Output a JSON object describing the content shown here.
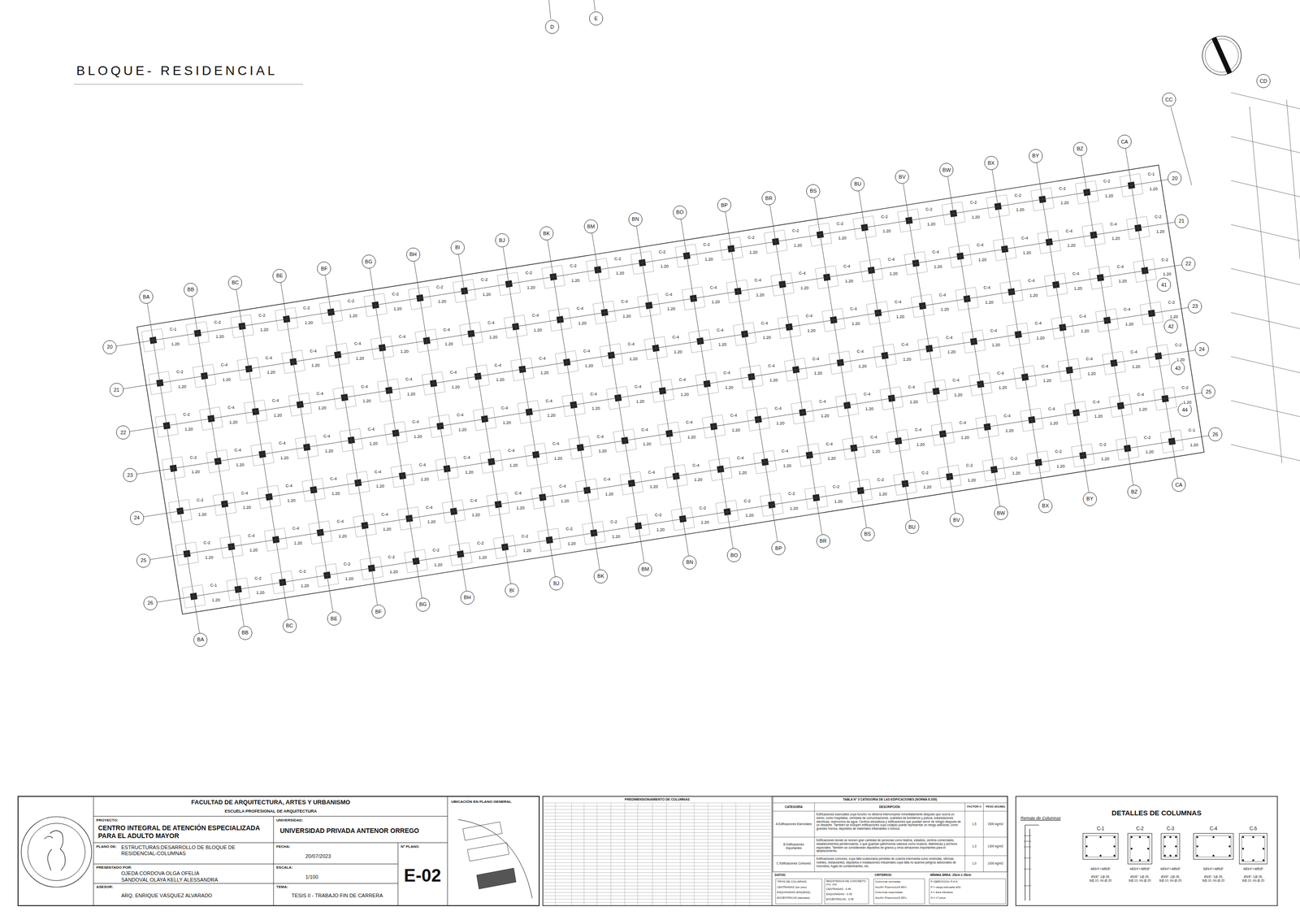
{
  "diagram": {
    "title": "BLOQUE- RESIDENCIAL",
    "nodes": [
      {
        "text": [
          "BA"
        ]
      },
      {
        "text": [
          "BB"
        ]
      },
      {
        "text": [
          "BC"
        ]
      },
      {
        "text": [
          "BE"
        ]
      },
      {
        "text": [
          "BF"
        ]
      },
      {
        "text": [
          "BG"
        ]
      },
      {
        "text": [
          "BH"
        ]
      },
      {
        "text": [
          "BI"
        ]
      },
      {
        "text": [
          "BJ"
        ]
      },
      {
        "text": [
          "BK"
        ]
      },
      {
        "text": [
          "BM"
        ]
      },
      {
        "text": [
          "BN"
        ]
      },
      {
        "text": [
          "BO"
        ]
      },
      {
        "text": [
          "BP"
        ]
      },
      {
        "text": [
          "BR"
        ]
      },
      {
        "text": [
          "BS"
        ]
      },
      {
        "text": [
          "BU"
        ]
      },
      {
        "text": [
          "BV"
        ]
      },
      {
        "text": [
          "BW"
        ]
      },
      {
        "text": [
          "BX"
        ]
      },
      {
        "text": [
          "BY"
        ]
      },
      {
        "text": [
          "BZ"
        ]
      },
      {
        "text": [
          "CA"
        ]
      },
      {
        "text": [
          "BA"
        ]
      },
      {
        "text": [
          "BB"
        ]
      },
      {
        "text": [
          "BC"
        ]
      },
      {
        "text": [
          "BE"
        ]
      },
      {
        "text": [
          "BF"
        ]
      },
      {
        "text": [
          "BG"
        ]
      },
      {
        "text": [
          "BH"
        ]
      },
      {
        "text": [
          "BI"
        ]
      },
      {
        "text": [
          "BJ"
        ]
      },
      {
        "text": [
          "BK"
        ]
      },
      {
        "text": [
          "BM"
        ]
      },
      {
        "text": [
          "BN"
        ]
      },
      {
        "text": [
          "BO"
        ]
      },
      {
        "text": [
          "BP"
        ]
      },
      {
        "text": [
          "BR"
        ]
      },
      {
        "text": [
          "BS"
        ]
      },
      {
        "text": [
          "BU"
        ]
      },
      {
        "text": [
          "BV"
        ]
      },
      {
        "text": [
          "BW"
        ]
      },
      {
        "text": [
          "BX"
        ]
      },
      {
        "text": [
          "BY"
        ]
      },
      {
        "text": [
          "BZ"
        ]
      },
      {
        "text": [
          "CA"
        ]
      },
      {
        "text": [
          "20"
        ]
      },
      {
        "text": [
          "21"
        ]
      },
      {
        "text": [
          "22"
        ]
      },
      {
        "text": [
          "23"
        ]
      },
      {
        "text": [
          "24"
        ]
      },
      {
        "text": [
          "25"
        ]
      },
      {
        "text": [
          "26"
        ]
      },
      {
        "text": [
          "20"
        ]
      },
      {
        "text": [
          "21"
        ]
      },
      {
        "text": [
          "22"
        ]
      },
      {
        "text": [
          "23"
        ]
      },
      {
        "text": [
          "24"
        ]
      },
      {
        "text": [
          "25"
        ]
      },
      {
        "text": [
          "26"
        ]
      },
      {
        "text": [
          "41"
        ]
      },
      {
        "text": [
          "42"
        ]
      },
      {
        "text": [
          "43"
        ]
      },
      {
        "text": [
          "44"
        ]
      },
      {
        "text": [
          "CC"
        ]
      },
      {
        "text": [
          "CD"
        ]
      },
      {
        "text": [
          "D"
        ]
      },
      {
        "text": [
          "E"
        ]
      }
    ],
    "edges": [
      {
        "from": 0,
        "to": 23,
        "arrow": "none"
      },
      {
        "from": 1,
        "to": 24,
        "arrow": "none"
      },
      {
        "from": 2,
        "to": 25,
        "arrow": "none"
      },
      {
        "from": 3,
        "to": 26,
        "arrow": "none"
      },
      {
        "from": 4,
        "to": 27,
        "arrow": "none"
      },
      {
        "from": 5,
        "to": 28,
        "arrow": "none"
      },
      {
        "from": 6,
        "to": 29,
        "arrow": "none"
      },
      {
        "from": 7,
        "to": 30,
        "arrow": "none"
      },
      {
        "from": 8,
        "to": 31,
        "arrow": "none"
      },
      {
        "from": 9,
        "to": 32,
        "arrow": "none"
      },
      {
        "from": 10,
        "to": 33,
        "arrow": "none"
      },
      {
        "from": 11,
        "to": 34,
        "arrow": "none"
      },
      {
        "from": 12,
        "to": 35,
        "arrow": "none"
      },
      {
        "from": 13,
        "to": 36,
        "arrow": "none"
      },
      {
        "from": 14,
        "to": 37,
        "arrow": "none"
      },
      {
        "from": 15,
        "to": 38,
        "arrow": "none"
      },
      {
        "from": 16,
        "to": 39,
        "arrow": "none"
      },
      {
        "from": 17,
        "to": 40,
        "arrow": "none"
      },
      {
        "from": 18,
        "to": 41,
        "arrow": "none"
      },
      {
        "from": 19,
        "to": 42,
        "arrow": "none"
      },
      {
        "from": 20,
        "to": 43,
        "arrow": "none"
      },
      {
        "from": 21,
        "to": 44,
        "arrow": "none"
      },
      {
        "from": 22,
        "to": 45,
        "arrow": "none"
      },
      {
        "from": 46,
        "to": 53,
        "arrow": "none"
      },
      {
        "from": 47,
        "to": 54,
        "arrow": "none"
      },
      {
        "from": 48,
        "to": 55,
        "arrow": "none"
      },
      {
        "from": 49,
        "to": 56,
        "arrow": "none"
      },
      {
        "from": 50,
        "to": 57,
        "arrow": "none"
      },
      {
        "from": 51,
        "to": 58,
        "arrow": "none"
      },
      {
        "from": 52,
        "to": 59,
        "arrow": "none"
      }
    ],
    "labels": [
      "C-1",
      "1.20",
      "C-2",
      "1.20",
      "C-2",
      "1.20",
      "C-2",
      "1.20",
      "C-2",
      "1.20",
      "C-2",
      "1.20",
      "C-2",
      "1.20",
      "C-2",
      "1.20",
      "C-2",
      "1.20",
      "C-2",
      "1.20",
      "C-2",
      "1.20",
      "C-2",
      "1.20",
      "C-2",
      "1.20",
      "C-2",
      "1.20",
      "C-2",
      "1.20",
      "C-2",
      "1.20",
      "C-2",
      "1.20",
      "C-2",
      "1.20",
      "C-2",
      "1.20",
      "C-2",
      "1.20",
      "C-2",
      "1.20",
      "C-2",
      "1.20",
      "C-1",
      "1.20",
      "C-2",
      "1.20",
      "C-4",
      "1.20",
      "C-4",
      "1.20",
      "C-4",
      "1.20",
      "C-4",
      "1.20",
      "C-4",
      "1.20",
      "C-4",
      "1.20",
      "C-4",
      "1.20",
      "C-4",
      "1.20",
      "C-4",
      "1.20",
      "C-4",
      "1.20",
      "C-4",
      "1.20",
      "C-4",
      "1.20",
      "C-4",
      "1.20",
      "C-4",
      "1.20",
      "C-4",
      "1.20",
      "C-4",
      "1.20",
      "C-4",
      "1.20",
      "C-4",
      "1.20",
      "C-4",
      "1.20",
      "C-4",
      "1.20",
      "C-4",
      "1.20",
      "C-2",
      "1.20",
      "C-2",
      "1.20",
      "C-4",
      "1.20",
      "C-4",
      "1.20",
      "C-4",
      "1.20",
      "C-4",
      "1.20",
      "C-4",
      "1.20",
      "C-4",
      "1.20",
      "C-4",
      "1.20",
      "C-4",
      "1.20",
      "C-4",
      "1.20",
      "C-4",
      "1.20",
      "C-4",
      "1.20",
      "C-4",
      "1.20",
      "C-4",
      "1.20",
      "C-4",
      "1.20",
      "C-4",
      "1.20",
      "C-4",
      "1.20",
      "C-4",
      "1.20",
      "C-4",
      "1.20",
      "C-4",
      "1.20",
      "C-4",
      "1.20",
      "C-4",
      "1.20",
      "C-2",
      "1.20",
      "C-2",
      "1.20",
      "C-4",
      "1.20",
      "C-4",
      "1.20",
      "C-4",
      "1.20",
      "C-4",
      "1.20",
      "C-4",
      "1.20",
      "C-4",
      "1.20",
      "C-4",
      "1.20",
      "C-4",
      "1.20",
      "C-4",
      "1.20",
      "C-4",
      "1.20",
      "C-4",
      "1.20",
      "C-4",
      "1.20",
      "C-4",
      "1.20",
      "C-4",
      "1.20",
      "C-4",
      "1.20",
      "C-4",
      "1.20",
      "C-4",
      "1.20",
      "C-4",
      "1.20",
      "C-4",
      "1.20",
      "C-4",
      "1.20",
      "C-4",
      "1.20",
      "C-2",
      "1.20",
      "C-2",
      "1.20",
      "C-4",
      "1.20",
      "C-4",
      "1.20",
      "C-4",
      "1.20",
      "C-4",
      "1.20",
      "C-4",
      "1.20",
      "C-4",
      "1.20",
      "C-4",
      "1.20",
      "C-4",
      "1.20",
      "C-4",
      "1.20",
      "C-4",
      "1.20",
      "C-4",
      "1.20",
      "C-4",
      "1.20",
      "C-4",
      "1.20",
      "C-4",
      "1.20",
      "C-4",
      "1.20",
      "C-4",
      "1.20",
      "C-4",
      "1.20",
      "C-4",
      "1.20",
      "C-4",
      "1.20",
      "C-4",
      "1.20",
      "C-4",
      "1.20",
      "C-2",
      "1.20",
      "C-2",
      "1.20",
      "C-4",
      "1.20",
      "C-4",
      "1.20",
      "C-4",
      "1.20",
      "C-4",
      "1.20",
      "C-4",
      "1.20",
      "C-4",
      "1.20",
      "C-4",
      "1.20",
      "C-4",
      "1.20",
      "C-4",
      "1.20",
      "C-4",
      "1.20",
      "C-4",
      "1.20",
      "C-4",
      "1.20",
      "C-4",
      "1.20",
      "C-4",
      "1.20",
      "C-4",
      "1.20",
      "C-4",
      "1.20",
      "C-4",
      "1.20",
      "C-4",
      "1.20",
      "C-4",
      "1.20",
      "C-4",
      "1.20",
      "C-4",
      "1.20",
      "C-2",
      "1.20",
      "C-1",
      "1.20",
      "C-2",
      "1.20",
      "C-2",
      "1.20",
      "C-2",
      "1.20",
      "C-2",
      "1.20",
      "C-2",
      "1.20",
      "C-2",
      "1.20",
      "C-2",
      "1.20",
      "C-2",
      "1.20",
      "C-2",
      "1.20",
      "C-2",
      "1.20",
      "C-2",
      "1.20",
      "C-2",
      "1.20",
      "C-2",
      "1.20",
      "C-2",
      "1.20",
      "C-2",
      "1.20",
      "C-2",
      "1.20",
      "C-2",
      "1.20",
      "C-2",
      "1.20",
      "C-2",
      "1.20",
      "C-2",
      "1.20",
      "C-2",
      "1.20",
      "C-1",
      "1.20",
      "FACULTAD DE ARQUITECTURA, ARTES Y URBANISMO",
      "ESCUELA PROFESIONAL DE ARQUITECTURA",
      "PROYECTO:",
      "CENTRO INTEGRAL DE ATENCIÓN ESPECIALIZADA PARA EL ADULTO MAYOR",
      "UNIVERSIDAD:",
      "UNIVERSIDAD PRIVADA ANTENOR ORREGO",
      "PLANO DE:",
      "ESTRUCTURAS:DESARROLLO DE BLOQUE DE RESIDENCIAL-COLUMNAS",
      "FECHA:",
      "20/07/2023",
      "Nº PLANO",
      "E-02",
      "PRESENTADO POR:",
      "OJEDA CORDOVA OLGA OFELIA",
      "SANDOVAL OLAYA KELLY ALESSANDRA",
      "ESCALA:",
      "1/100",
      "ASESOR:",
      "ARQ. ENRIQUE VÁSQUEZ ALVARADO",
      "TEMA:",
      "TESIS II - TRABAJO FIN DE CARRERA",
      "UBICACIÓN EN PLANO GENERAL",
      "PREDIMENSIONAMIENTO DE COLUMNAS",
      "TABLA N° 3 CATEGORÍA DE LAS EDIFICACIONES (NORMA E.030)",
      "CATEGORÍA",
      "DESCRIPCIÓN",
      "FACTOR U",
      "PESO (KG/M2)",
      "A Edificaciones Esenciales",
      "Edificaciones esenciales cuya función no debería interrumpirse inmediatamente después que ocurra un sismo, como hospitales, centrales de comunicaciones, cuarteles de bomberos y policía, subestaciones eléctricas, reservorios de agua. Centros educativos y edificaciones que puedan servir de refugio después de un desastre. También se incluyen edificaciones cuyo colapso puede representar un riesgo adicional, como grandes hornos, depósitos de materiales inflamables o tóxicos.",
      "1,5",
      "1500 kg/m2",
      "B Edificaciones Importantes",
      "Edificaciones donde se reúnen gran cantidad de personas como teatros, estadios, centros comerciales, establecimientos penitenciarios, o que guardan patrimonios valiosos como museos, bibliotecas y archivos especiales. También se considerarán depósitos de granos y otros almacenes importantes para el abastecimiento.",
      "1,3",
      "1300 kg/m2",
      "C Edificaciones Comunes",
      "Edificaciones comunes, cuya falla ocasionaría pérdidas de cuantía intermedia como viviendas, oficinas, hoteles, restaurantes, depósitos e instalaciones industriales cuya falla no acarree peligros adicionales de incendios, fugas de contaminantes, etc.",
      "1,0",
      "1000 kg/m2",
      "DATOS:",
      "TIPOS DE COLUMNAS",
      "CENTRADAS (1er piso)",
      "ESQUINADAS (ESQ/ESQ)",
      "EXCÉNTRICAS (laterales)",
      "RESISTENCIA DE CONCRETO (f'c): 210",
      "CENTRADAS : 0.45",
      "ESQUINADAS : 0.35",
      "EXCÉNTRICAS : 0.35",
      "CRITERIOS:",
      "Columnas centradas",
      "Aco/b= P(servicio)/0.45f'c",
      "Columnas esquinadas",
      "Aco/b= P(servicio)/0.35f'c",
      "MÍNIMA ÁREA: 25cm x 25cm",
      "P (SERVICIO)= P.A.N",
      "P = carga estimada (kN)",
      "A = área tributaria",
      "N = nº pisos",
      "DETALLES DE COLUMNAS",
      "Remate de Columnas",
      "C-1",
      "C-2",
      "C-3",
      "C-4",
      "C-5",
      "4Ø3/4\"+4Ø5/8\"",
      "4Ø3/4\"+4Ø5/8\"",
      "4Ø3/4\"+4Ø5/8\"",
      "6Ø3/4\"+4Ø5/8\"",
      "4Ø3/4\"+4Ø5/8\"",
      "Ø3/8\": 1@.05, 8@.10, rto.@.20",
      "Ø3/8\": 1@.05, 8@.10, rto.@.20",
      "Ø3/8\": 1@.05, 8@.10, rto.@.20",
      "Ø3/8\": 1@.05, 8@.10, rto.@.20",
      "Ø3/8\": 1@.05, 8@.10, rto.@.20"
    ]
  }
}
